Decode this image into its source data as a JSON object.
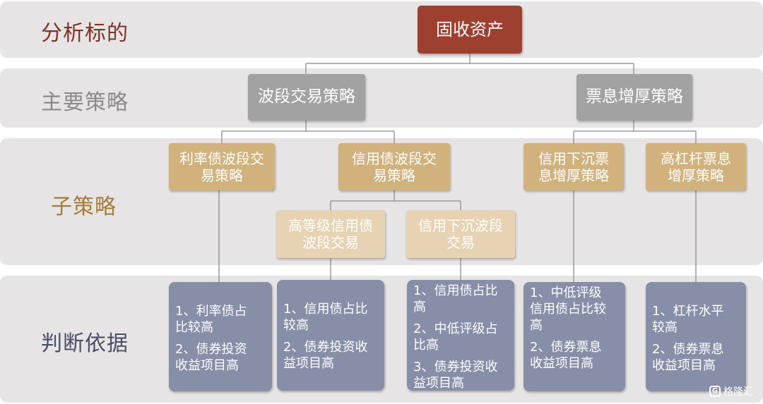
{
  "rows": [
    {
      "label": "分析标的",
      "color": "#7d3328"
    },
    {
      "label": "主要策略",
      "color": "#8a8a8a"
    },
    {
      "label": "子策略",
      "color": "#a57c36"
    },
    {
      "label": "判断依据",
      "color": "#4b4f66"
    }
  ],
  "root": {
    "label": "固收资产"
  },
  "main_strategies": [
    {
      "label": "波段交易策略"
    },
    {
      "label": "票息增厚策略"
    }
  ],
  "sub_strategies": [
    {
      "line1": "利率债波段交",
      "line2": "易策略"
    },
    {
      "line1": "信用债波段交",
      "line2": "易策略"
    },
    {
      "line1": "信用下沉票",
      "line2": "息增厚策略"
    },
    {
      "line1": "高杠杆票息",
      "line2": "增厚策略"
    }
  ],
  "sub_sub_strategies": [
    {
      "line1": "高等级信用债",
      "line2": "波段交易"
    },
    {
      "line1": "信用下沉波段",
      "line2": "交易"
    }
  ],
  "basis": [
    {
      "items": [
        {
          "l1": "1、利率债占",
          "l2": "比较高"
        },
        {
          "l1": "2、债券投资",
          "l2": "收益项目高"
        }
      ]
    },
    {
      "items": [
        {
          "l1": "1、信用债占比",
          "l2": "较高"
        },
        {
          "l1": "2、债券投资收",
          "l2": "益项目高"
        }
      ]
    },
    {
      "items": [
        {
          "l1": "1、信用债占比",
          "l2": "高"
        },
        {
          "l1": "2、中低评级占",
          "l2": "比高"
        },
        {
          "l1": "3、债券投资收",
          "l2": "益项目高"
        }
      ]
    },
    {
      "items": [
        {
          "l1": "1、中低评级",
          "l2": "信用债占比较",
          "l3": "高"
        },
        {
          "l1": "2、债券票息",
          "l2": "收益项目高"
        }
      ]
    },
    {
      "items": [
        {
          "l1": "1、杠杆水平",
          "l2": "较高"
        },
        {
          "l1": "2、债券票息",
          "l2": "收益项目高"
        }
      ]
    }
  ],
  "watermark": {
    "text": "格隆汇",
    "logo": "G"
  },
  "colors": {
    "band": "#e6e4e4",
    "root": "#9e4030",
    "main": "#a3a2a2",
    "sub": "#d1b17c",
    "sub_light": "#e7d3b4",
    "basis": "#878ea8",
    "connector": "#9a9a9a"
  }
}
